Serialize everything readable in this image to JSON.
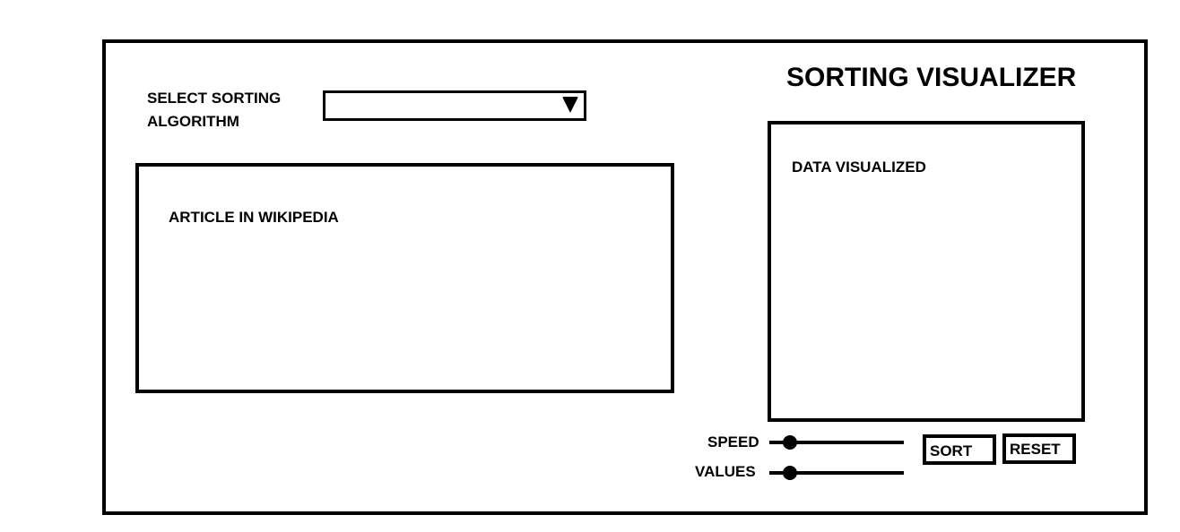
{
  "app": {
    "title": "SORTING VISUALIZER"
  },
  "algorithm_select": {
    "label": "SELECT SORTING ALGORITHM",
    "selected_value": "",
    "icon": "chevron-down-icon"
  },
  "article_panel": {
    "label": "ARTICLE IN WIKIPEDIA"
  },
  "visualization_panel": {
    "label": "DATA VISUALIZED"
  },
  "controls": {
    "speed": {
      "label": "SPEED",
      "level": 0.15
    },
    "values": {
      "label": "VALUES",
      "level": 0.15
    },
    "sort_label": "SORT",
    "reset_label": "RESET"
  }
}
